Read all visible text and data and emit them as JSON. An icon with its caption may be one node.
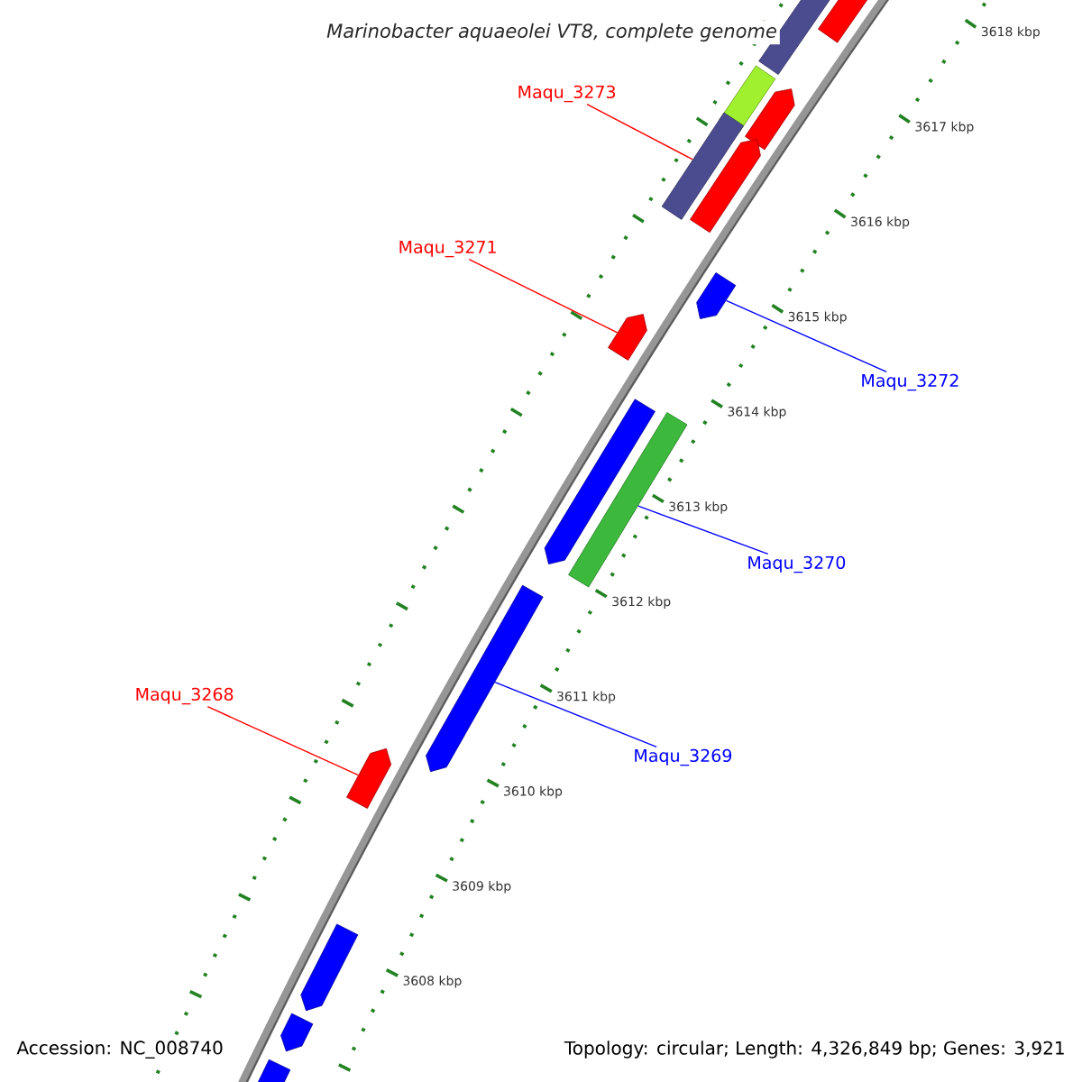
{
  "diagram": {
    "title": "Marinobacter aquaeolei VT8, complete genome",
    "nodes": [
      {
        "text": [
          "Maqu_3273"
        ]
      },
      {
        "text": [
          "Maqu_3271"
        ]
      },
      {
        "text": [
          "Maqu_3272"
        ]
      },
      {
        "text": [
          "Maqu_3270"
        ]
      },
      {
        "text": [
          "Maqu_3268"
        ]
      },
      {
        "text": [
          "Maqu_3269"
        ]
      },
      {
        "text": [],
        "shape": "pentagon"
      },
      {
        "text": [],
        "shape": "bar"
      },
      {
        "text": [],
        "shape": "bar"
      },
      {
        "text": [],
        "shape": "pentagon"
      },
      {
        "text": [],
        "shape": "bar"
      },
      {
        "text": [],
        "shape": "pentagon"
      },
      {
        "text": [],
        "shape": "pentagon"
      },
      {
        "text": [],
        "shape": "pentagon"
      },
      {
        "text": [],
        "shape": "pentagon"
      },
      {
        "text": [],
        "shape": "bar"
      },
      {
        "text": [],
        "shape": "pentagon"
      },
      {
        "text": [],
        "shape": "pentagon"
      },
      {
        "text": [],
        "shape": "pentagon"
      },
      {
        "text": [],
        "shape": "pentagon"
      },
      {
        "text": [],
        "shape": "pentagon"
      }
    ],
    "edges": [
      {
        "from": 0,
        "to": 10,
        "arrow": "none",
        "color": "#ff0000"
      },
      {
        "from": 1,
        "to": 13,
        "arrow": "none",
        "color": "#ff0000"
      },
      {
        "from": 2,
        "to": 12,
        "arrow": "none",
        "color": "#0000ff"
      },
      {
        "from": 3,
        "to": 15,
        "arrow": "none",
        "color": "#0000ff"
      },
      {
        "from": 4,
        "to": 17,
        "arrow": "none",
        "color": "#ff0000"
      },
      {
        "from": 5,
        "to": 16,
        "arrow": "none",
        "color": "#0000ff"
      }
    ],
    "labels": [
      "3618 kbp",
      "3617 kbp",
      "3616 kbp",
      "3615 kbp",
      "3614 kbp",
      "3613 kbp",
      "3612 kbp",
      "3611 kbp",
      "3610 kbp",
      "3609 kbp",
      "3608 kbp",
      "Accession: NC_008740",
      "Topology: circular; Length: 4,326,849 bp; Genes: 3,921"
    ]
  }
}
